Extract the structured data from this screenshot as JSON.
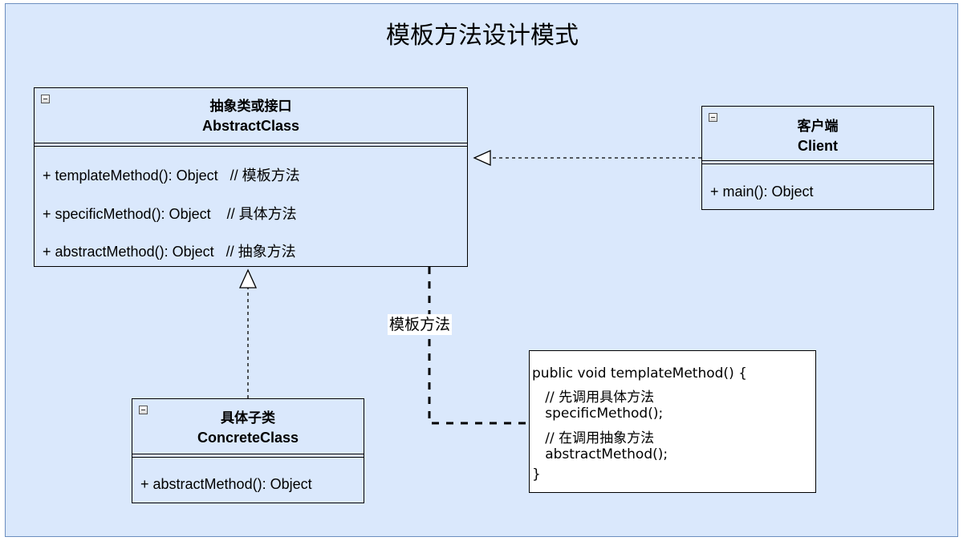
{
  "title": "模板方法设计模式",
  "abstract_class": {
    "stereotype": "抽象类或接口",
    "name": "AbstractClass",
    "methods": [
      "+ templateMethod(): Object   // 模板方法",
      "+ specificMethod(): Object    // 具体方法",
      "+ abstractMethod(): Object   // 抽象方法"
    ]
  },
  "client": {
    "stereotype": "客户端",
    "name": "Client",
    "methods": [
      "+ main(): Object"
    ]
  },
  "concrete_class": {
    "stereotype": "具体子类",
    "name": "ConcreteClass",
    "methods": [
      "+ abstractMethod(): Object"
    ]
  },
  "note_edge_label": "模板方法",
  "code_note": {
    "lines": [
      "public void templateMethod() {",
      "   // 先调用具体方法",
      "   specificMethod();",
      "   // 在调用抽象方法",
      "   abstractMethod();",
      "}"
    ]
  },
  "colors": {
    "canvas_fill": "#dae8fc",
    "canvas_border": "#6c8ebf",
    "class_border": "#000000",
    "note_fill": "#ffffff"
  },
  "icons": {
    "collapse": "collapse-minus-icon"
  }
}
